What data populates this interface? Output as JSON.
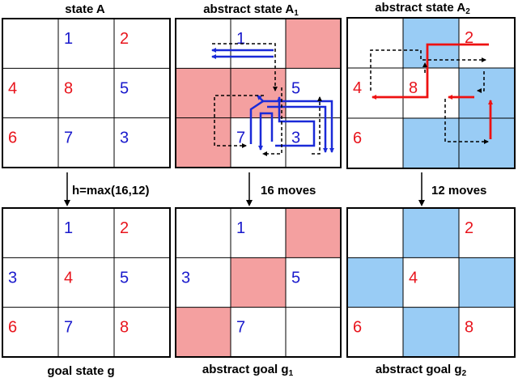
{
  "titles": {
    "state_a": "state A",
    "abstract_a1": "abstract state A",
    "abstract_a1_sub": "1",
    "abstract_a2": "abstract state A",
    "abstract_a2_sub": "2",
    "goal_g": "goal state g",
    "goal_g1": "abstract goal g",
    "goal_g1_sub": "1",
    "goal_g2": "abstract goal g",
    "goal_g2_sub": "2"
  },
  "arrow_labels": {
    "heuristic": "h=max(16,12)",
    "moves_1": "16 moves",
    "moves_2": "12 moves"
  },
  "colors": {
    "red": "#e8141c",
    "blue": "#1a1acc",
    "pink": "#f4a0a0",
    "light_blue": "#99ccf5",
    "arrow_red": "#ee1111",
    "arrow_blue": "#1a2ad8"
  },
  "grids": {
    "state_a": [
      [
        "",
        "1",
        "2"
      ],
      [
        "4",
        "8",
        "5"
      ],
      [
        "6",
        "7",
        "3"
      ]
    ],
    "abstract_a1": [
      [
        "",
        "1",
        ""
      ],
      [
        "",
        "",
        "5"
      ],
      [
        "",
        "7",
        "3"
      ]
    ],
    "abstract_a2": [
      [
        "",
        "",
        "2"
      ],
      [
        "4",
        "8",
        ""
      ],
      [
        "6",
        "",
        ""
      ]
    ],
    "goal_g": [
      [
        "",
        "1",
        "2"
      ],
      [
        "3",
        "4",
        "5"
      ],
      [
        "6",
        "7",
        "8"
      ]
    ],
    "goal_g1": [
      [
        "",
        "1",
        ""
      ],
      [
        "3",
        "",
        "5"
      ],
      [
        "",
        "7",
        ""
      ]
    ],
    "goal_g2": [
      [
        "",
        "",
        "2"
      ],
      [
        "",
        "4",
        ""
      ],
      [
        "6",
        "",
        "8"
      ]
    ]
  },
  "digit_colors": {
    "1": "blue",
    "2": "red",
    "3": "blue",
    "4": "red",
    "5": "blue",
    "6": "red",
    "7": "blue",
    "8": "red"
  },
  "shaded": {
    "abstract_a1": [
      [
        0,
        2
      ],
      [
        1,
        0
      ],
      [
        1,
        1
      ],
      [
        2,
        0
      ]
    ],
    "abstract_a2": [
      [
        0,
        1
      ],
      [
        1,
        2
      ],
      [
        2,
        1
      ],
      [
        2,
        2
      ]
    ],
    "goal_g1": [
      [
        0,
        2
      ],
      [
        1,
        1
      ],
      [
        2,
        0
      ]
    ],
    "goal_g2": [
      [
        0,
        1
      ],
      [
        1,
        0
      ],
      [
        1,
        2
      ],
      [
        2,
        1
      ]
    ]
  }
}
